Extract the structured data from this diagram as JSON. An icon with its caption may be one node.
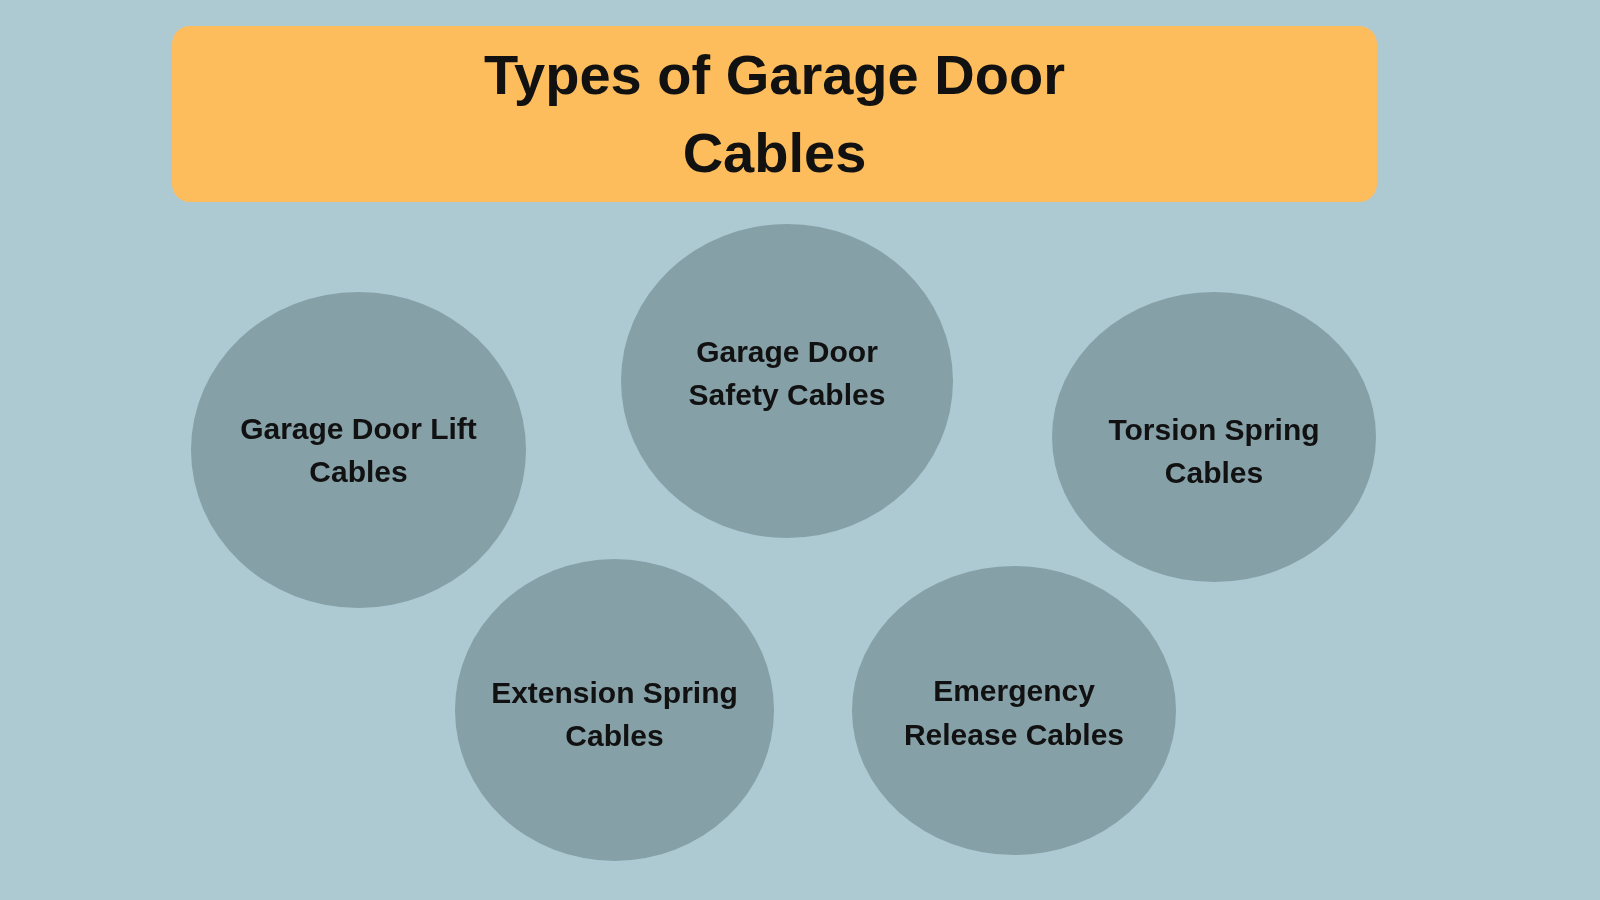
{
  "diagram": {
    "title": "Types of Garage Door Cables",
    "nodes": [
      {
        "text": [
          "Garage Door Lift Cables"
        ]
      },
      {
        "text": [
          "Garage Door Safety Cables"
        ]
      },
      {
        "text": [
          "Torsion Spring Cables"
        ]
      },
      {
        "text": [
          "Extension Spring Cables"
        ]
      },
      {
        "text": [
          "Emergency Release Cables"
        ]
      }
    ]
  }
}
